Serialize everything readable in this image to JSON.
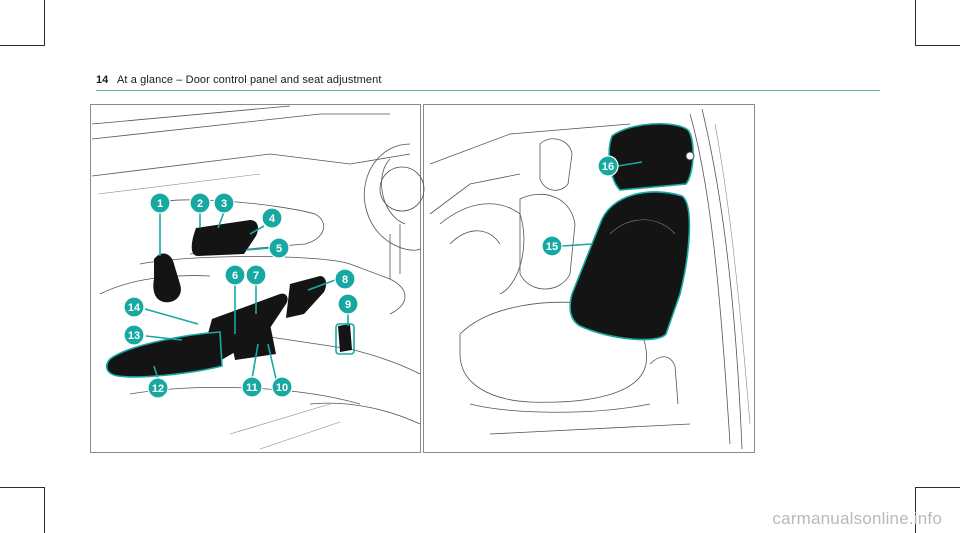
{
  "header": {
    "page_number": "14",
    "title": "At a glance – Door control panel and seat adjustment"
  },
  "figure": {
    "callouts": [
      {
        "label": "1"
      },
      {
        "label": "2"
      },
      {
        "label": "3"
      },
      {
        "label": "4"
      },
      {
        "label": "5"
      },
      {
        "label": "6"
      },
      {
        "label": "7"
      },
      {
        "label": "8"
      },
      {
        "label": "9"
      },
      {
        "label": "10"
      },
      {
        "label": "11"
      },
      {
        "label": "12"
      },
      {
        "label": "13"
      },
      {
        "label": "14"
      },
      {
        "label": "15"
      },
      {
        "label": "16"
      }
    ],
    "accent_color": "#17a8a2"
  },
  "watermark": {
    "text": "carmanualsonline.info"
  }
}
